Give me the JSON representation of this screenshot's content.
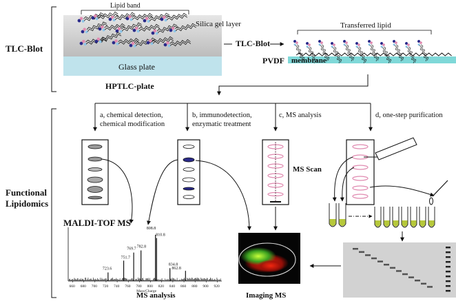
{
  "sections": {
    "tlc_blot": "TLC-Blot",
    "functional_lipidomics": [
      "Functional",
      "Lipidomics"
    ]
  },
  "tlc_panel": {
    "lipid_band": "Lipid band",
    "silica_gel_layer": "Silica gel layer",
    "glass_plate": "Glass plate",
    "hptlc_plate": "HPTLC-plate",
    "arrow_label": "TLC-Blot",
    "transferred_lipid": "Transferred lipid",
    "pvdf": "PVDF",
    "membrane": "membrane"
  },
  "branches": {
    "a": [
      "a, chemical detection,",
      "chemical modification"
    ],
    "b": [
      "b, immunodetection,",
      "enzymatic treatment"
    ],
    "c": "c, MS analysis",
    "d": "d, one-step  purification"
  },
  "ms_scan": "MS Scan",
  "maldi": "MALDI-TOF MS",
  "spectrum": {
    "peak_labels": [
      "723.6",
      "751.7",
      "769.7",
      "782.8",
      "808.8",
      "810.8",
      "834.8",
      "862.8"
    ],
    "x_ticks": [
      "660",
      "680",
      "700",
      "720",
      "740",
      "760",
      "780",
      "800",
      "820",
      "840",
      "860",
      "880",
      "900",
      "920"
    ],
    "x_axis_label": "Mass/Charge",
    "peaks": [
      {
        "mz": 723.6,
        "rel": 0.16
      },
      {
        "mz": 751.7,
        "rel": 0.38
      },
      {
        "mz": 769.7,
        "rel": 0.53
      },
      {
        "mz": 782.8,
        "rel": 0.57
      },
      {
        "mz": 808.8,
        "rel": 0.86
      },
      {
        "mz": 810.8,
        "rel": 0.8
      },
      {
        "mz": 834.8,
        "rel": 0.24
      },
      {
        "mz": 862.8,
        "rel": 0.19
      }
    ]
  },
  "ms_analysis": "MS analysis",
  "imaging_ms": "Imaging MS",
  "colors": {
    "glass": "#bfe3ec",
    "membrane": "#7fd8d8",
    "band_pink": "#e08ab0",
    "band_blue": "#2a2a8a",
    "tube_green": "#b6c83a",
    "gel_bg": "#d2d2d2"
  }
}
